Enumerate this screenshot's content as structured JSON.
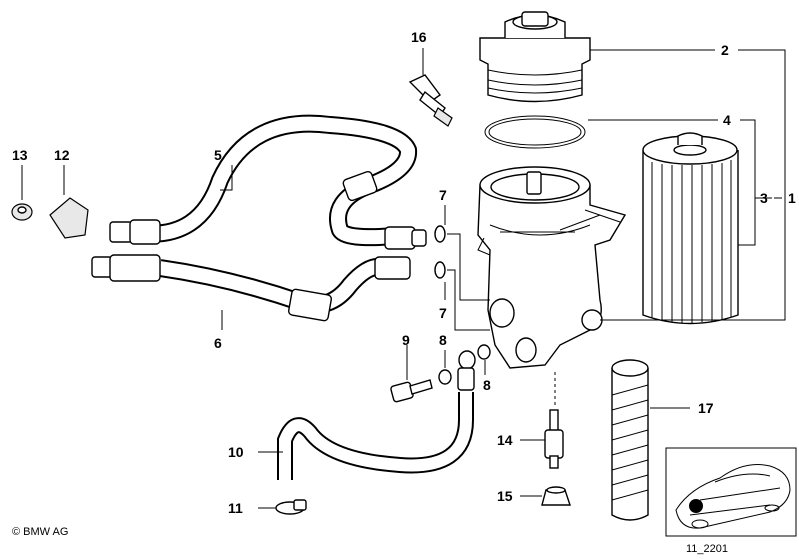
{
  "diagram": {
    "callouts": [
      {
        "id": "c1",
        "text": "1"
      },
      {
        "id": "c2",
        "text": "2"
      },
      {
        "id": "c3",
        "text": "3"
      },
      {
        "id": "c4",
        "text": "4"
      },
      {
        "id": "c5",
        "text": "5"
      },
      {
        "id": "c6",
        "text": "6"
      },
      {
        "id": "c7a",
        "text": "7"
      },
      {
        "id": "c7b",
        "text": "7"
      },
      {
        "id": "c8a",
        "text": "8"
      },
      {
        "id": "c8b",
        "text": "8"
      },
      {
        "id": "c9",
        "text": "9"
      },
      {
        "id": "c10",
        "text": "10"
      },
      {
        "id": "c11",
        "text": "11"
      },
      {
        "id": "c12",
        "text": "12"
      },
      {
        "id": "c13",
        "text": "13"
      },
      {
        "id": "c14",
        "text": "14"
      },
      {
        "id": "c15",
        "text": "15"
      },
      {
        "id": "c16",
        "text": "16"
      },
      {
        "id": "c17",
        "text": "17"
      }
    ],
    "copyright": "© BMW AG",
    "image_code": "11_2201"
  }
}
